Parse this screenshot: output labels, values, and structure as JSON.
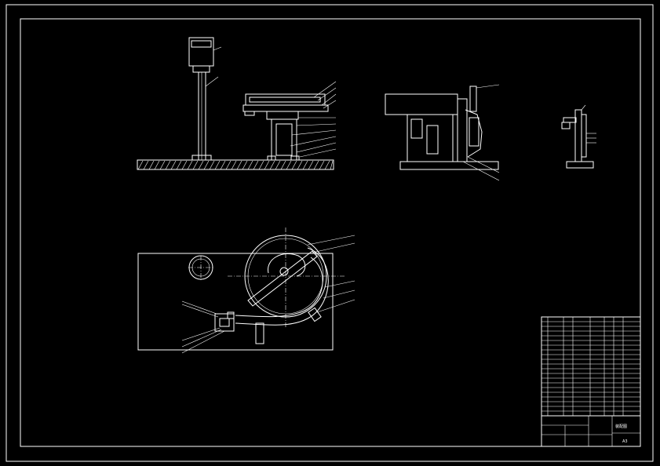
{
  "drawing": {
    "background": "#000000",
    "line_color": "#ffffff",
    "views": [
      "front-elevation-view",
      "side-elevation-view",
      "small-side-view",
      "plan-view"
    ]
  },
  "title_block": {
    "drawing_title": "装配图",
    "sheet_size": "A3"
  }
}
